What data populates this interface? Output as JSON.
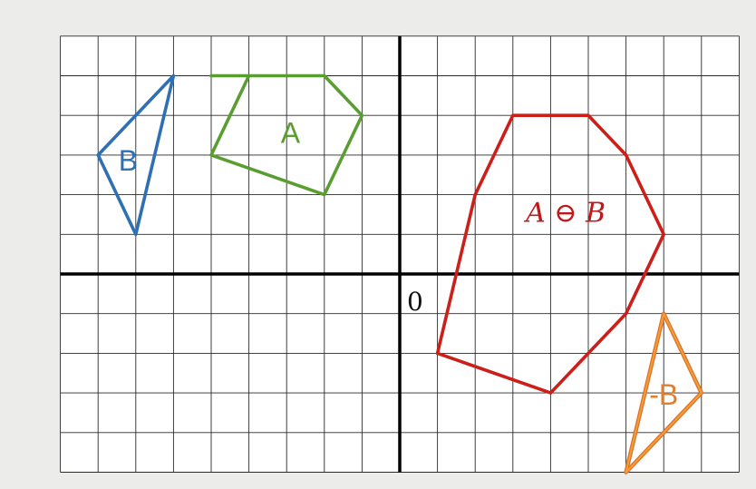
{
  "diagram": {
    "grid": {
      "x_min": -9,
      "x_max": 9,
      "y_min": -5,
      "y_max": 6,
      "step": 1,
      "grid_color": "#2a2a2a",
      "axis_color": "#000000",
      "background": "#ffffff"
    },
    "origin_label": "0",
    "shapes": [
      {
        "id": "shape-b",
        "label": "B",
        "color": "#2f6fb3",
        "label_color": "#2f6fb3",
        "label_style": "sans",
        "points": [
          [
            -8,
            3
          ],
          [
            -6,
            5
          ],
          [
            -7,
            1
          ]
        ],
        "label_at": [
          -7.2,
          2.8
        ]
      },
      {
        "id": "shape-a",
        "label": "A",
        "color": "#5a9e32",
        "label_color": "#5a9e32",
        "label_style": "sans",
        "points": [
          [
            -5,
            5
          ],
          [
            -2,
            5
          ],
          [
            -1,
            4
          ],
          [
            -2,
            2
          ],
          [
            -5,
            3
          ],
          [
            -4,
            5
          ]
        ],
        "label_at": [
          -2.9,
          3.5
        ]
      },
      {
        "id": "shape-a-minus-b",
        "label": "A ⊖ B",
        "color": "#cc1f1a",
        "label_color": "#c0181a",
        "label_style": "serif-italic",
        "points": [
          [
            3,
            4
          ],
          [
            5,
            4
          ],
          [
            6,
            3
          ],
          [
            7,
            1
          ],
          [
            6,
            -1
          ],
          [
            4,
            -3
          ],
          [
            1,
            -2
          ],
          [
            2,
            2
          ]
        ],
        "label_at": [
          4.4,
          1.5
        ]
      },
      {
        "id": "shape-neg-b",
        "label": "-B",
        "color": "#f0a030",
        "outline_color": "#e07030",
        "label_color": "#e07e2c",
        "label_style": "sans",
        "points": [
          [
            7,
            -1
          ],
          [
            8,
            -3
          ],
          [
            6,
            -5
          ]
        ],
        "label_at": [
          7,
          -3.1
        ]
      }
    ]
  }
}
